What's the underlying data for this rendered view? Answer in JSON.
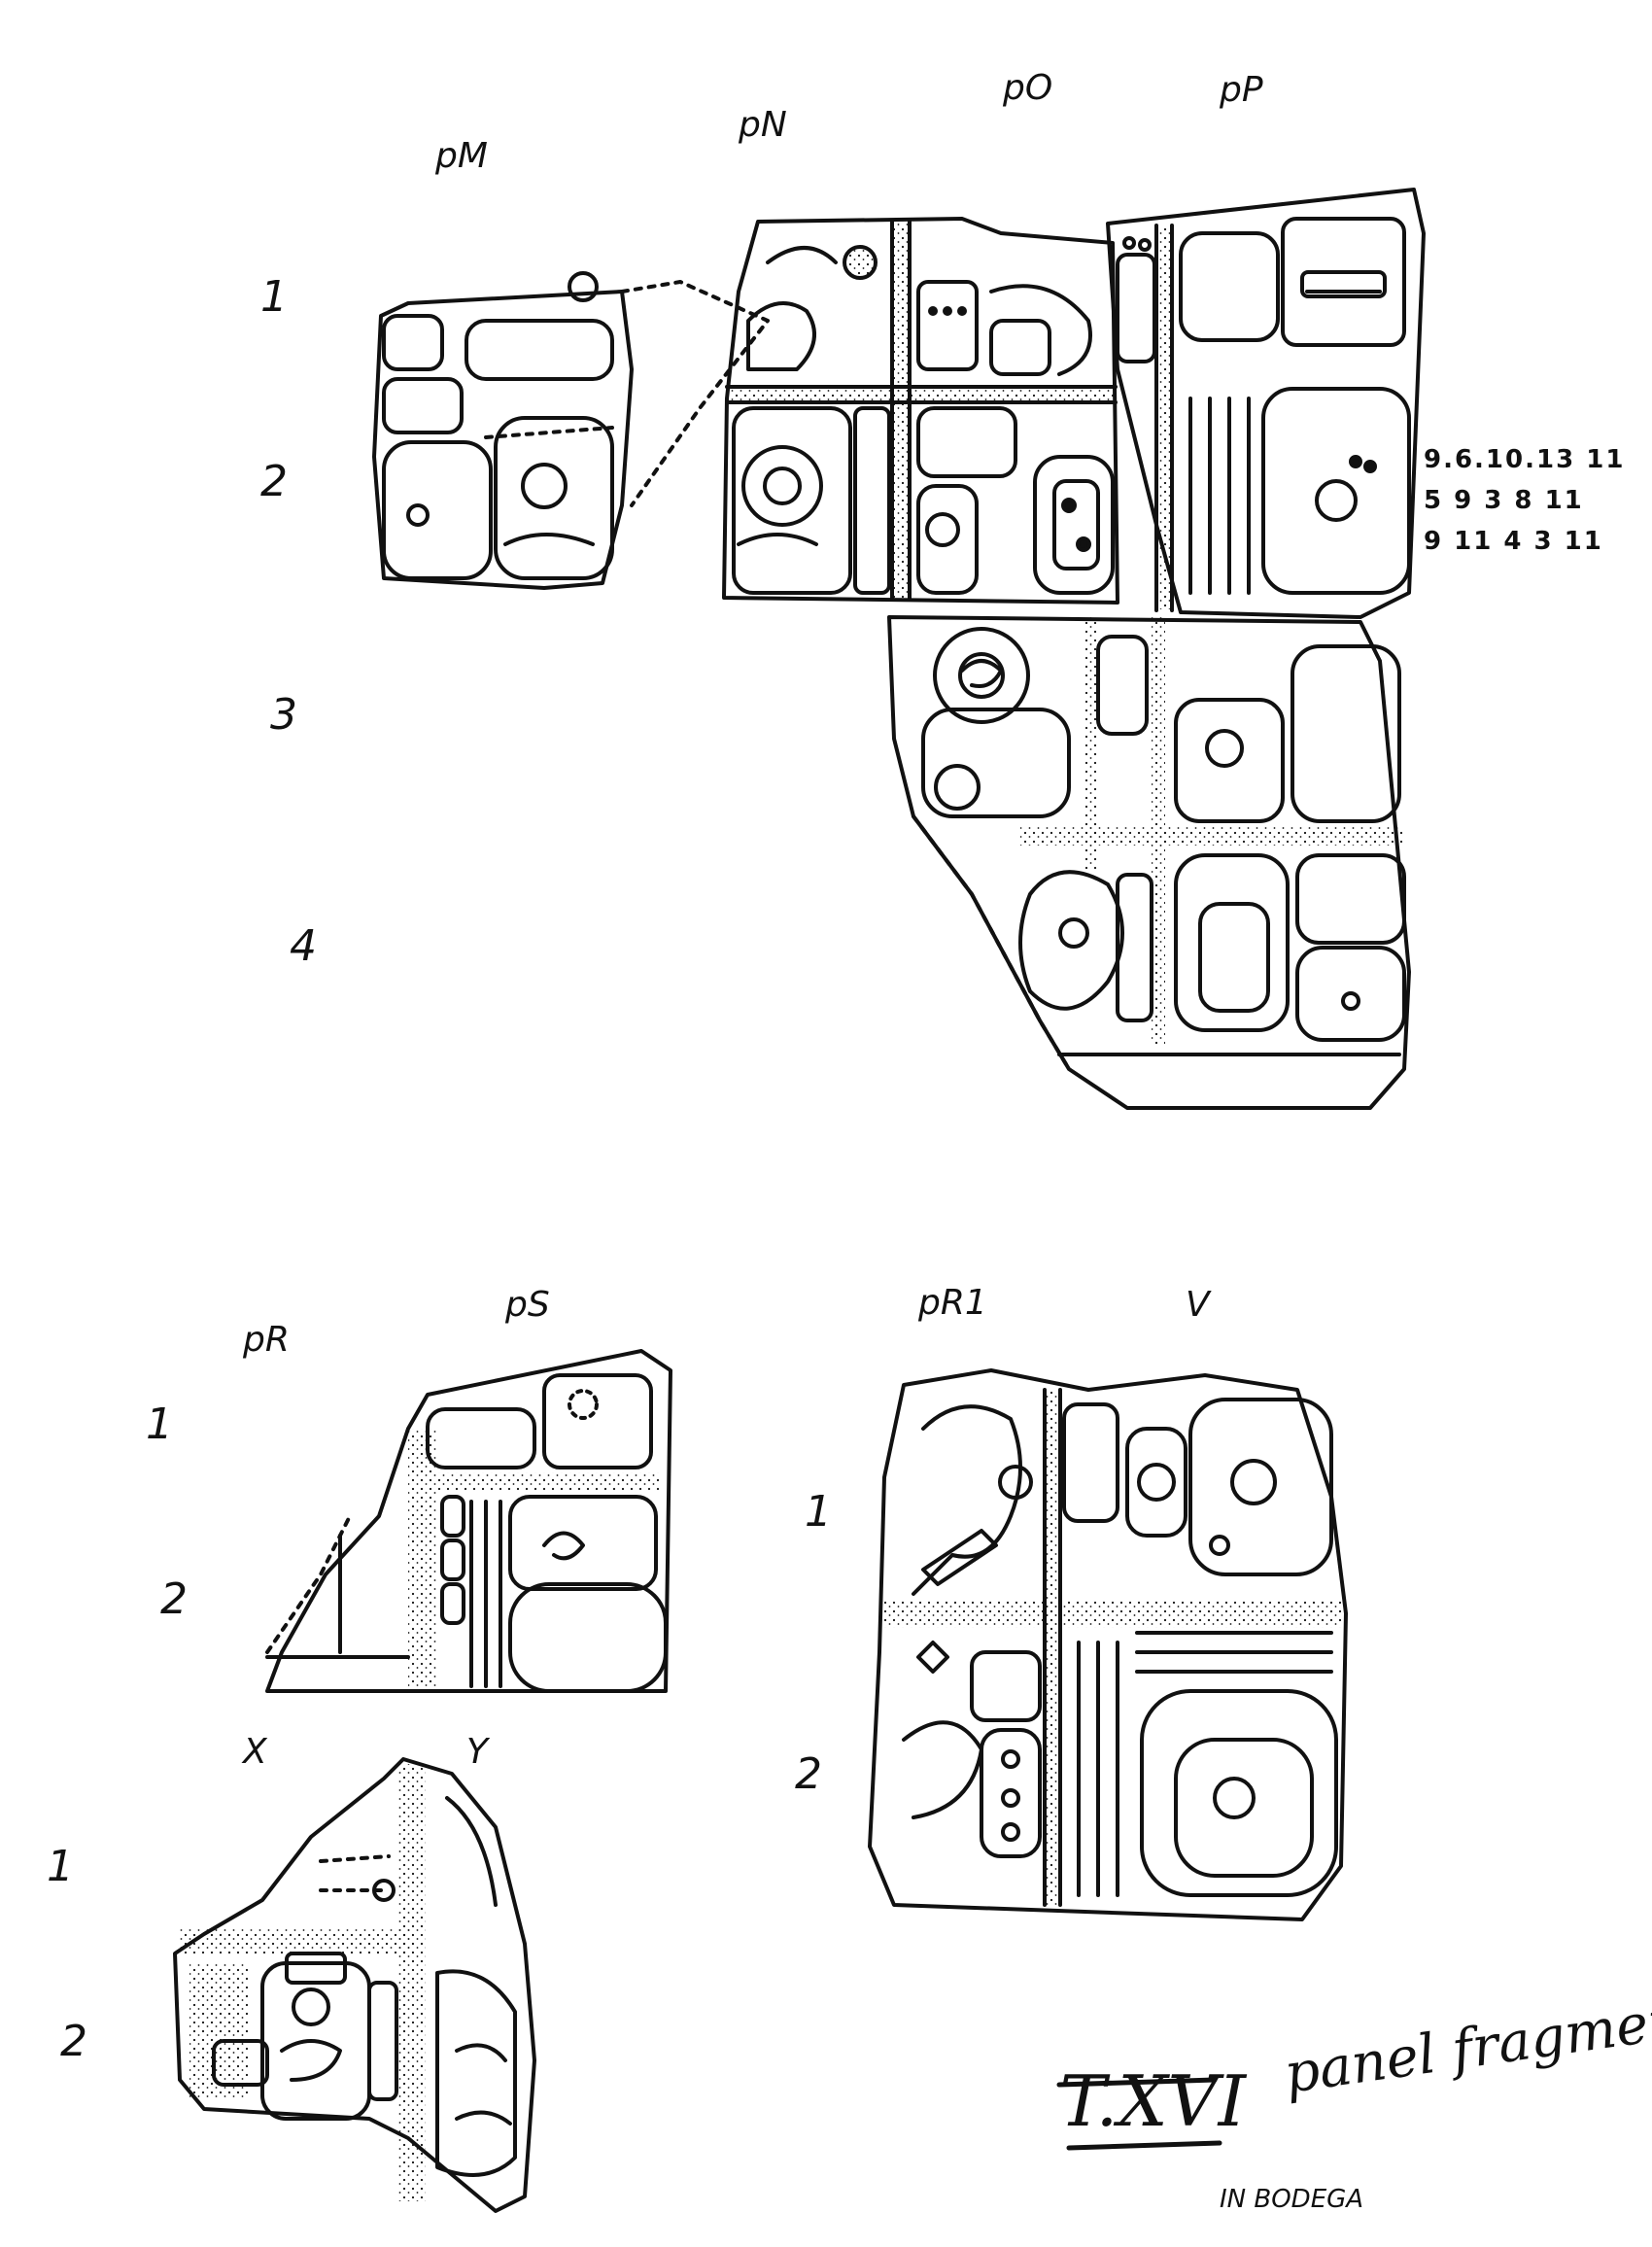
{
  "drawing": {
    "upper_columns": [
      "pM",
      "pN",
      "pO",
      "pP"
    ],
    "upper_rows": [
      "1",
      "2",
      "3",
      "4"
    ],
    "date_notes": [
      "9.6.10.13 11",
      "5 9 3 8 11",
      "9 11 4 3 11"
    ],
    "middle_left_columns": [
      "pR",
      "pS"
    ],
    "middle_left_rows": [
      "1",
      "2"
    ],
    "middle_right_columns": [
      "pR1",
      "V"
    ],
    "middle_right_rows": [
      "1",
      "2"
    ],
    "lower_columns": [
      "X",
      "Y"
    ],
    "lower_rows": [
      "1",
      "2"
    ],
    "caption_title": "T.XVI",
    "caption_text": "panel fragments",
    "caption_note": "IN BODEGA"
  },
  "colors": {
    "ink": "#111111",
    "paper": "#ffffff"
  }
}
